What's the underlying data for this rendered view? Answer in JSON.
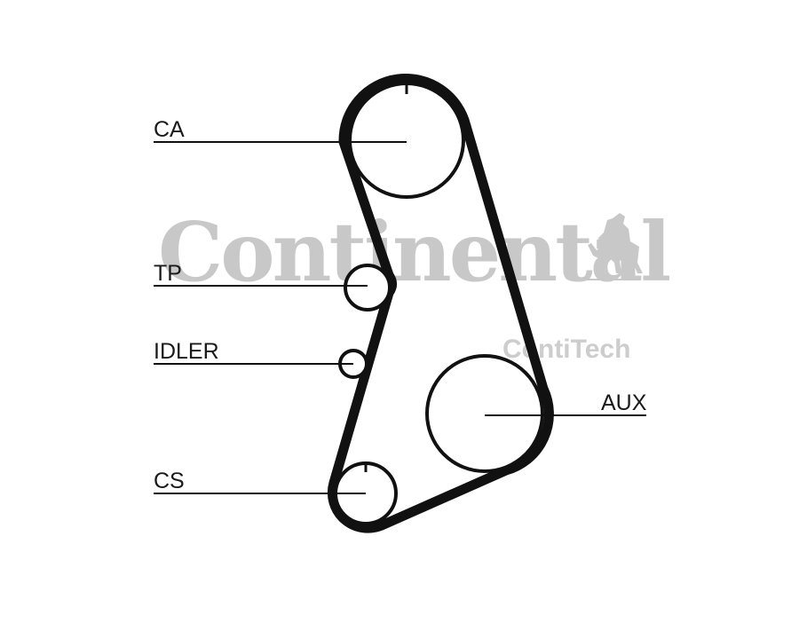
{
  "watermark": {
    "brand": "Continental",
    "sub_brand": "ContiTech",
    "logo_icon": "rearing-horse-icon"
  },
  "labels": {
    "ca": "CA",
    "tp": "TP",
    "idler": "IDLER",
    "aux": "AUX",
    "cs": "CS"
  },
  "colors": {
    "belt": "#111111",
    "watermark": "#c8c8c8"
  }
}
